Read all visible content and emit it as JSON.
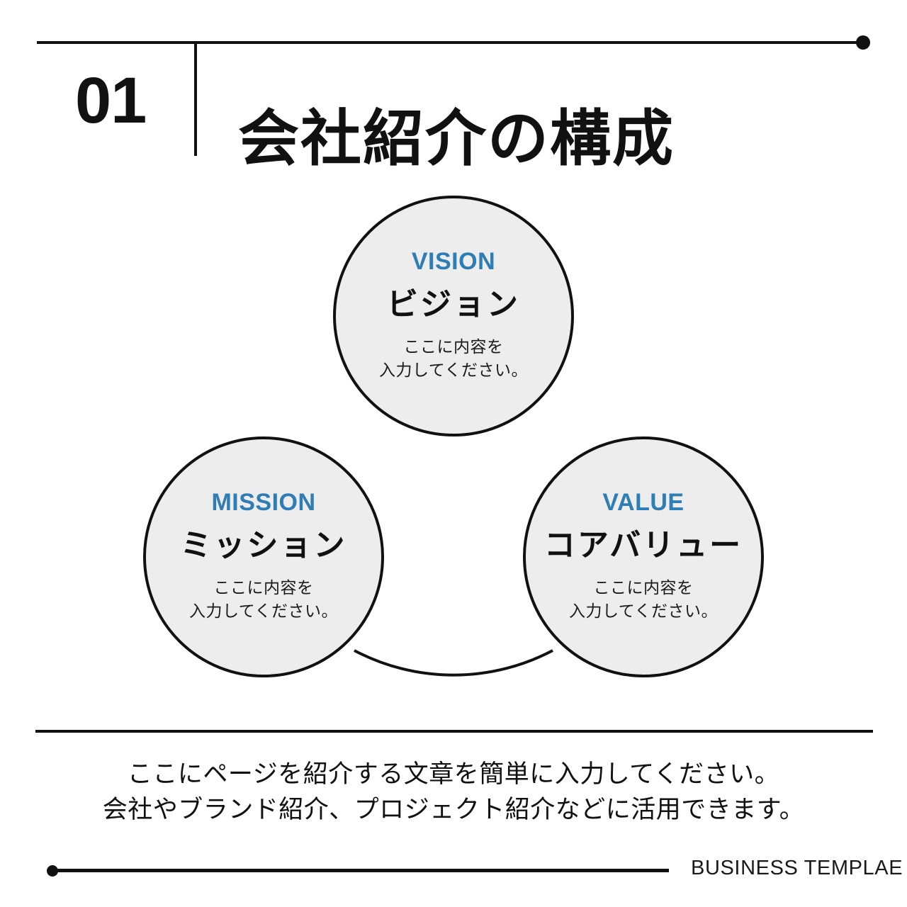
{
  "slide": {
    "background_color": "#FFFFFF",
    "accent_color": "#2E7DB5",
    "line_color": "#111111",
    "circle_fill": "#EDEDED"
  },
  "header": {
    "number": "01",
    "title": "会社紹介の構成"
  },
  "diagram": {
    "nodes": [
      {
        "key": "vision",
        "eyebrow": "VISION",
        "title": "ビジョン",
        "body_line1": "ここに内容を",
        "body_line2": "入力してください。"
      },
      {
        "key": "mission",
        "eyebrow": "MISSION",
        "title": "ミッション",
        "body_line1": "ここに内容を",
        "body_line2": "入力してください。"
      },
      {
        "key": "value",
        "eyebrow": "VALUE",
        "title": "コアバリュー",
        "body_line1": "ここに内容を",
        "body_line2": "入力してください。"
      }
    ]
  },
  "caption": {
    "line1": "ここにページを紹介する文章を簡単に入力してください。",
    "line2": "会社やブランド紹介、プロジェクト紹介などに活用できます。"
  },
  "footer": {
    "brand": "BUSINESS TEMPLAE"
  }
}
